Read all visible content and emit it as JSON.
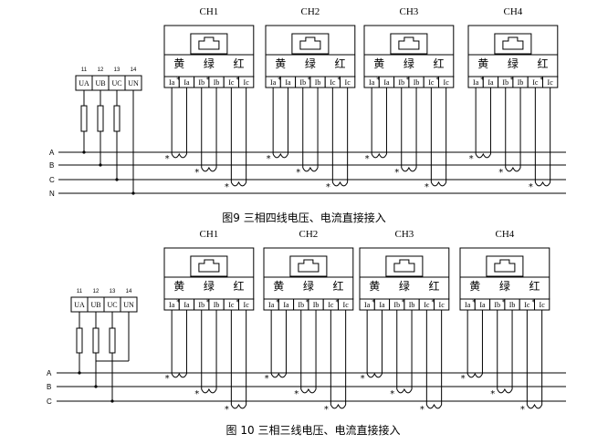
{
  "diagram_1": {
    "caption": "图9 三相四线电压、电流直接接入",
    "channels": [
      "CH1",
      "CH2",
      "CH3",
      "CH4"
    ],
    "color_labels": [
      "黄",
      "绿",
      "红"
    ],
    "ct_terminals": [
      "Ia",
      "Ia",
      "Ib",
      "Ib",
      "Ic",
      "Ic"
    ],
    "vt_terminals": [
      "UA",
      "UB",
      "UC",
      "UN"
    ],
    "vt_numbers": [
      "11",
      "12",
      "13",
      "14"
    ],
    "bus_lines": [
      "A",
      "B",
      "C",
      "N"
    ],
    "polarity_mark": "*"
  },
  "diagram_2": {
    "caption": "图 10 三相三线电压、电流直接接入",
    "channels": [
      "CH1",
      "CH2",
      "CH3",
      "CH4"
    ],
    "color_labels": [
      "黄",
      "绿",
      "红"
    ],
    "ct_terminals": [
      "Ia",
      "Ia",
      "Ib",
      "Ib",
      "Ic",
      "Ic"
    ],
    "vt_terminals": [
      "UA",
      "UB",
      "UC",
      "UN"
    ],
    "vt_numbers": [
      "11",
      "12",
      "13",
      "14"
    ],
    "bus_lines": [
      "A",
      "B",
      "C"
    ],
    "polarity_mark": "*"
  }
}
